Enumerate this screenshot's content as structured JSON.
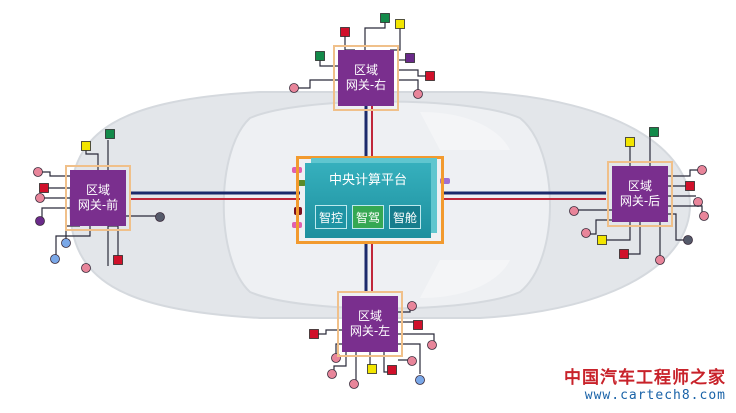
{
  "zones": {
    "right": {
      "line1": "区域",
      "line2": "网关-右"
    },
    "front": {
      "line1": "区域",
      "line2": "网关-前"
    },
    "rear": {
      "line1": "区域",
      "line2": "网关-后"
    },
    "left": {
      "line1": "区域",
      "line2": "网关-左"
    }
  },
  "central": {
    "title": "中央计算平台",
    "modules": [
      "智控",
      "智驾",
      "智舱"
    ]
  },
  "watermark": {
    "title": "中国汽车工程师之家",
    "url": "www.cartech8.com"
  },
  "colors": {
    "zone": "#7a2f8e",
    "zone_border": "#f0c08a",
    "central": "#1d8f9e",
    "central_frame": "#f29a2e",
    "bus_dark": "#1c2a6b",
    "bus_red": "#c0273a",
    "node_pink": "#e8859a",
    "node_red": "#d0102a",
    "node_green": "#138a4a",
    "node_yellow": "#f2e500",
    "node_purple": "#6a2a8a",
    "node_blue": "#7aa8e8",
    "node_grey": "#555a6a"
  }
}
